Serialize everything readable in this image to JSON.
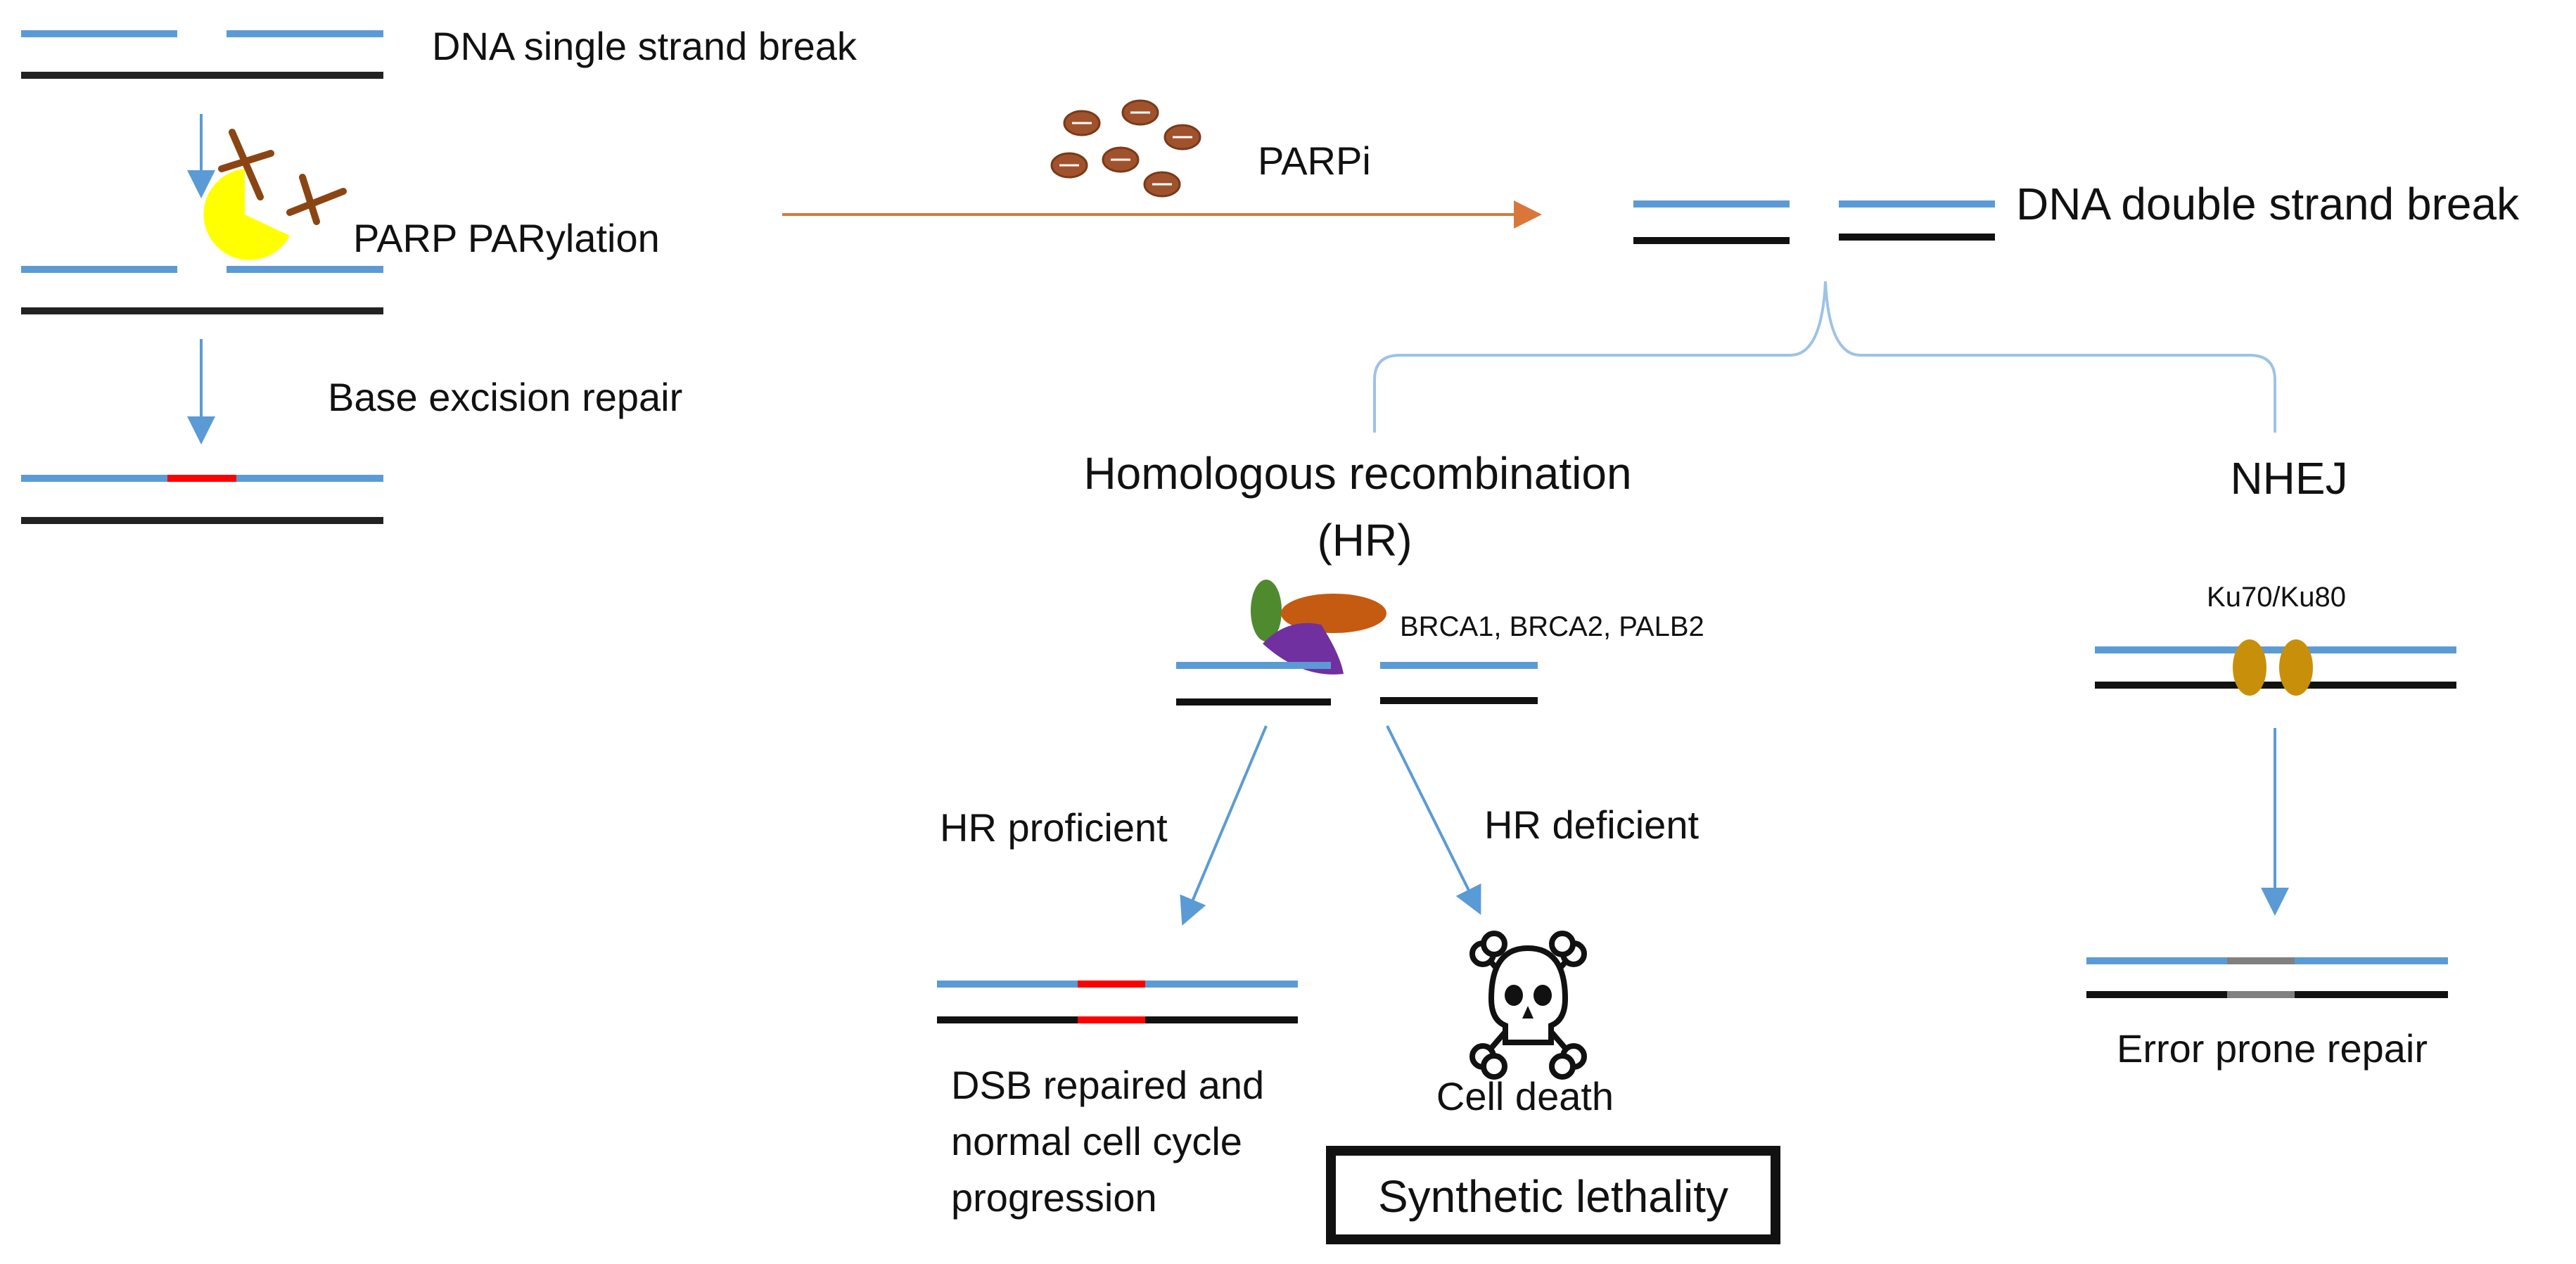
{
  "labels": {
    "ssb": "DNA single strand break",
    "parp": "PARP PARylation",
    "ber": "Base excision repair",
    "parpi": "PARPi",
    "dsb": "DNA double strand break",
    "hr_line1": "Homologous recombination",
    "hr_line2": "(HR)",
    "nhej": "NHEJ",
    "brca": "BRCA1, BRCA2, PALB2",
    "ku": "Ku70/Ku80",
    "hr_proficient": "HR proficient",
    "hr_deficient": "HR deficient",
    "dsb_repaired_line1": "DSB repaired and",
    "dsb_repaired_line2": "normal cell cycle",
    "dsb_repaired_line3": "progression",
    "cell_death": "Cell death",
    "synthetic_lethality": "Synthetic lethality",
    "error_prone": "Error prone repair"
  },
  "colors": {
    "dna_strand_top": "#5b9bd5",
    "dna_strand_bottom": "#111111",
    "repair_patch": "#ff0000",
    "error_patch": "#808080",
    "arrow_blue": "#5b9bd5",
    "arrow_orange": "#d9773b",
    "parp_enzyme": "#ffff00",
    "par_chain": "#8b4513",
    "parpi_pill": "#a0522d",
    "ku_protein": "#c8900a",
    "brca_green": "#4f8a2f",
    "brca_orange": "#c55a11",
    "brca_purple": "#7030a0",
    "brace": "#9dc3e6"
  },
  "icons": {
    "parp": "parp-enzyme-icon",
    "par_chain": "par-chain-icon",
    "parpi": "parp-inhibitor-pill-icon",
    "brca_complex": "brca-complex-icon",
    "ku": "ku-dimer-icon",
    "death": "skull-crossbones-icon"
  }
}
